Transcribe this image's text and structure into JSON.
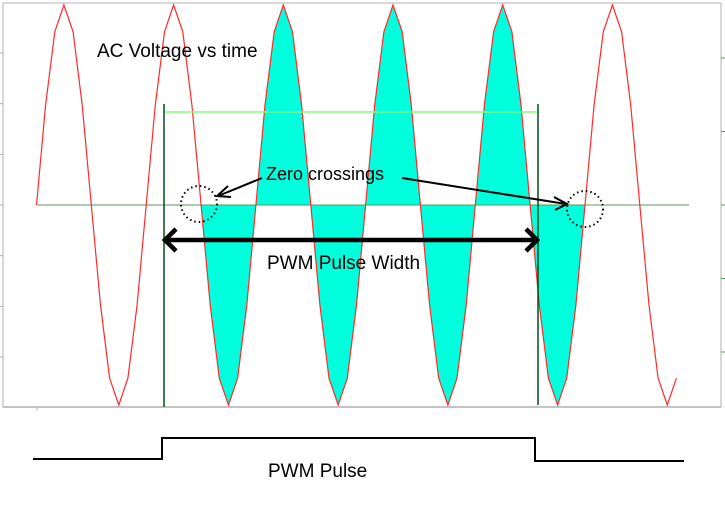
{
  "labels": {
    "title": "AC Voltage vs time",
    "zero_crossings": "Zero crossings",
    "pulse_width": "PWM Pulse Width",
    "pulse": "PWM Pulse"
  },
  "colors": {
    "wave": "#ff2a2a",
    "fill": "#00ffdd",
    "zero_line": "#5a9a5a",
    "gate_line": "#004d1a",
    "top_line": "#80ff80",
    "frame": "#b0b0b0",
    "ink": "#000000"
  },
  "chart_data": {
    "type": "line",
    "title": "AC Voltage vs time",
    "series": [
      {
        "name": "AC Voltage",
        "function": "sine",
        "amplitude": 1,
        "cycles": 5.9,
        "start_phase_deg": 0
      }
    ],
    "filled_region": {
      "description": "cyan-shaded portion of waveform during PWM pulse",
      "from_cycle": 1.5,
      "to_cycle": 5.0
    },
    "pwm_window": {
      "start_cycle": 1.16,
      "end_cycle": 4.58
    },
    "zero_crossings_marked": [
      1.5,
      5.0
    ],
    "pwm_pulse": {
      "levels": [
        "low",
        "high",
        "low"
      ]
    },
    "left_axis_ticks": 7,
    "right_axis_ticks": 5,
    "grid": false
  }
}
